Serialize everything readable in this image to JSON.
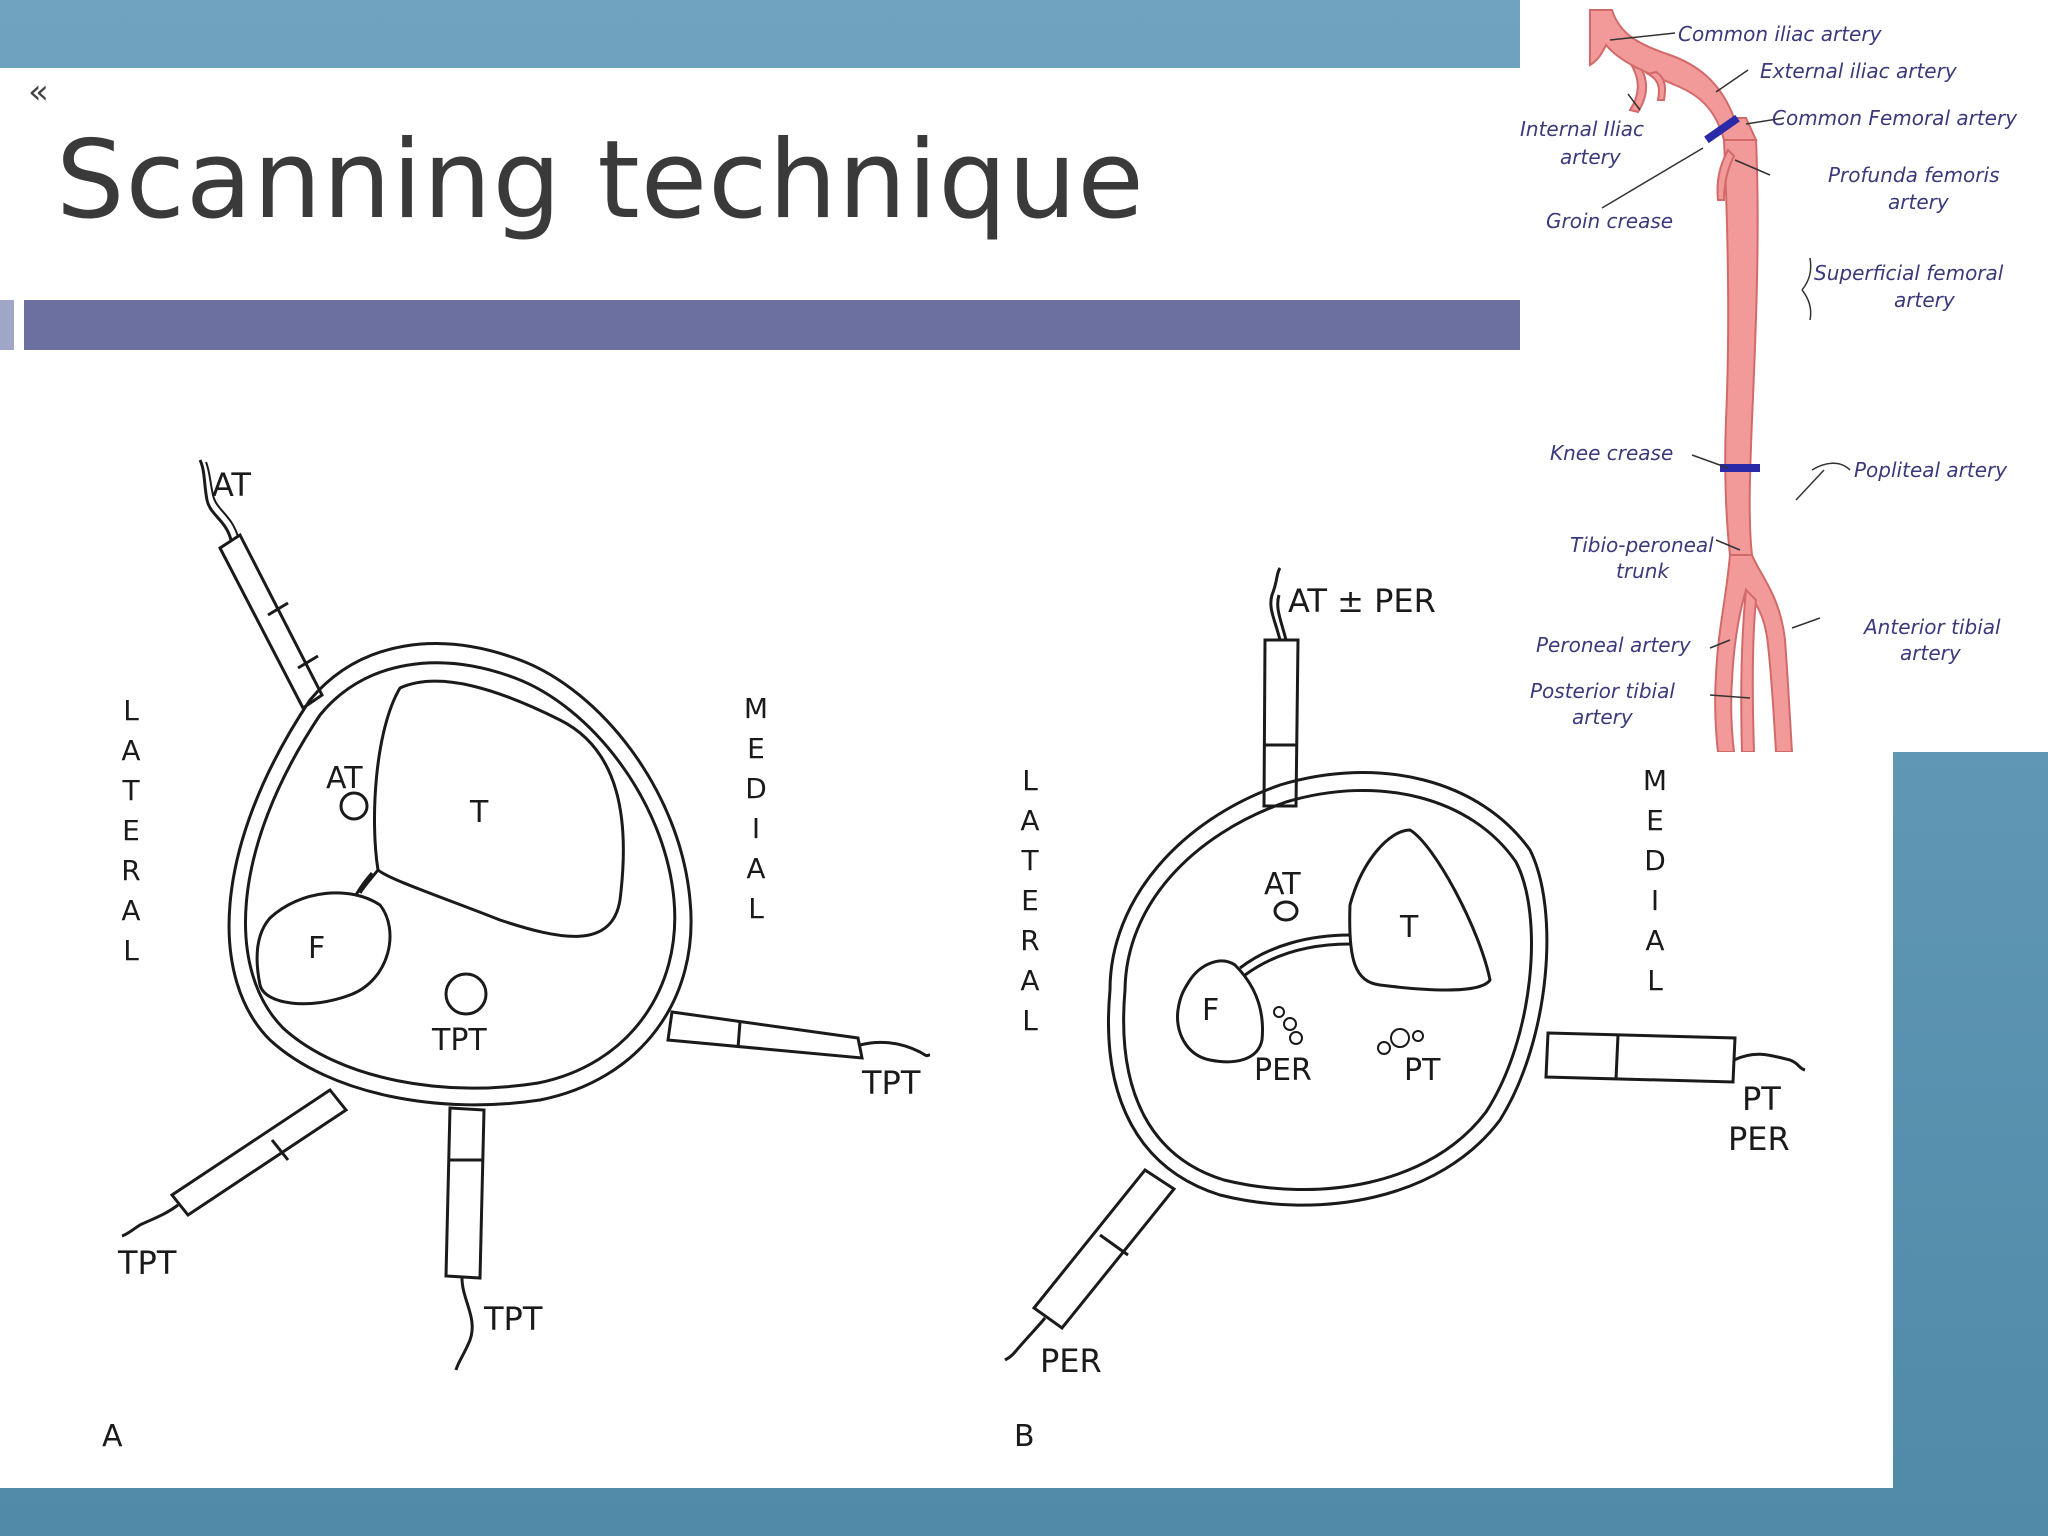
{
  "slide": {
    "title": "Scanning technique"
  },
  "nav": {
    "back_symbol": "«"
  },
  "diagram_a": {
    "label": "A",
    "lateral": [
      "L",
      "A",
      "T",
      "E",
      "R",
      "A",
      "L"
    ],
    "medial": [
      "M",
      "E",
      "D",
      "I",
      "A",
      "L"
    ],
    "structures": {
      "tibia": "T",
      "fibula": "F",
      "at": "AT",
      "tpt": "TPT"
    },
    "probes": {
      "top": "AT",
      "right": "TPT",
      "bottom_left": "TPT",
      "bottom": "TPT"
    }
  },
  "diagram_b": {
    "label": "B",
    "lateral": [
      "L",
      "A",
      "T",
      "E",
      "R",
      "A",
      "L"
    ],
    "medial": [
      "M",
      "E",
      "D",
      "I",
      "A",
      "L"
    ],
    "structures": {
      "tibia": "T",
      "fibula": "F",
      "at": "AT",
      "per": "PER",
      "pt": "PT"
    },
    "probes": {
      "top": "AT ± PER",
      "right_1": "PT",
      "right_2": "PER",
      "bottom_left": "PER"
    }
  },
  "artery_diagram": {
    "labels": {
      "common_iliac": "Common iliac artery",
      "external_iliac": "External iliac artery",
      "internal_iliac_1": "Internal Iliac",
      "internal_iliac_2": "artery",
      "common_femoral": "Common Femoral artery",
      "groin_crease": "Groin crease",
      "profunda_1": "Profunda femoris",
      "profunda_2": "artery",
      "superficial_1": "Superficial femoral",
      "superficial_2": "artery",
      "knee_crease": "Knee crease",
      "popliteal": "Popliteal artery",
      "tibioperoneal_1": "Tibio-peroneal",
      "tibioperoneal_2": "trunk",
      "peroneal": "Peroneal artery",
      "anterior_tibial_1": "Anterior tibial",
      "anterior_tibial_2": "artery",
      "posterior_tibial_1": "Posterior tibial",
      "posterior_tibial_2": "artery"
    },
    "colors": {
      "vessel": "#f2999a",
      "vessel_stroke": "#d26a6a",
      "marker": "#2a2aa8",
      "label": "#3a3a7a"
    }
  }
}
